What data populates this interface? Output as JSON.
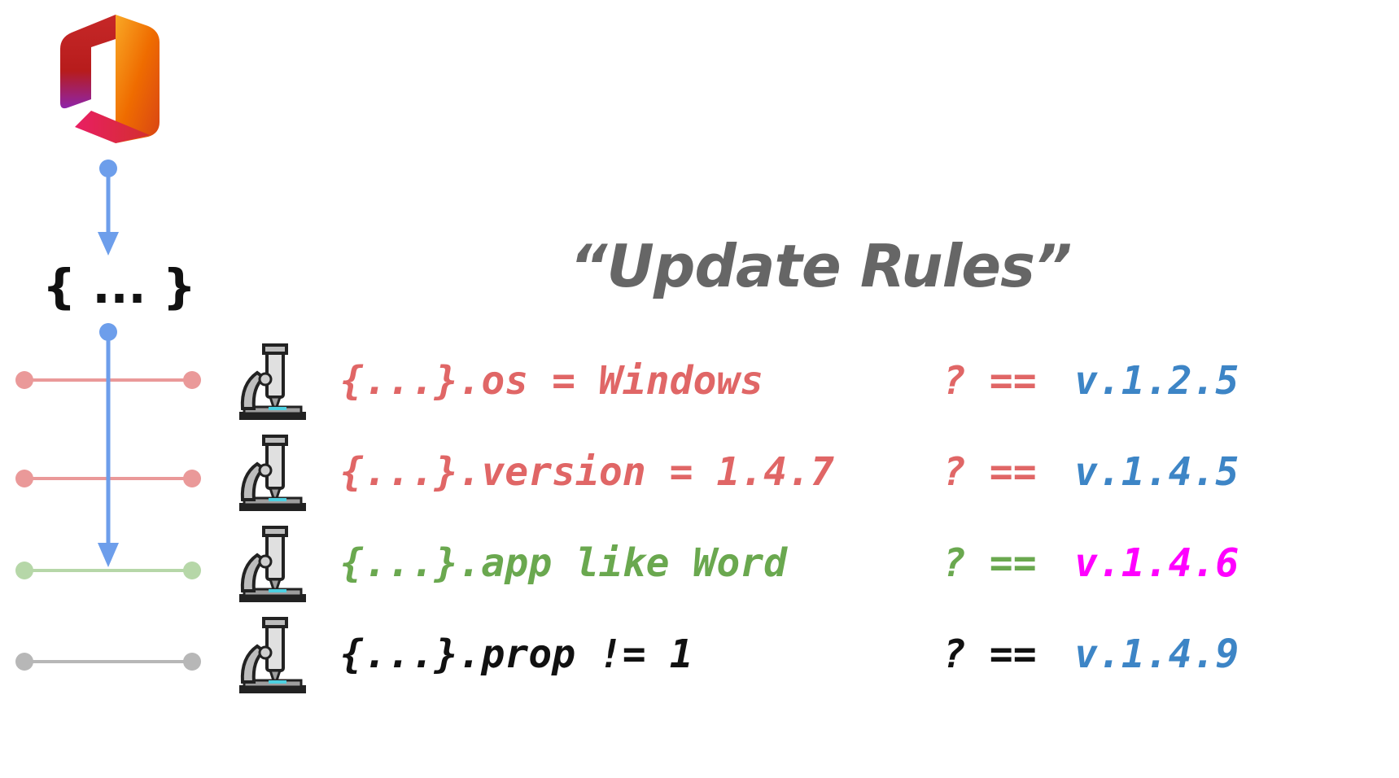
{
  "title": "“Update Rules”",
  "payload_label": "{ ... }",
  "rules": [
    {
      "condition": "{...}.os = Windows",
      "operator": "? ==",
      "version": "v.1.2.5",
      "condition_color": "#e06666",
      "operator_color": "#e06666",
      "version_color": "#3d85c6",
      "line_color": "#ea9999"
    },
    {
      "condition": "{...}.version = 1.4.7",
      "operator": "? ==",
      "version": "v.1.4.5",
      "condition_color": "#e06666",
      "operator_color": "#e06666",
      "version_color": "#3d85c6",
      "line_color": "#ea9999"
    },
    {
      "condition": "{...}.app like Word",
      "operator": "? ==",
      "version": "v.1.4.6",
      "condition_color": "#6aa84f",
      "operator_color": "#6aa84f",
      "version_color": "#ff00ff",
      "line_color": "#b6d7a8"
    },
    {
      "condition": "{...}.prop != 1",
      "operator": "? ==",
      "version": "v.1.4.9",
      "condition_color": "#111111",
      "operator_color": "#111111",
      "version_color": "#3d85c6",
      "line_color": "#b7b7b7"
    }
  ],
  "colors": {
    "flow_arrow": "#6d9eeb",
    "title": "#666666"
  },
  "icons": {
    "app_logo": "office-logo-icon",
    "rule_icon": "microscope-icon"
  }
}
